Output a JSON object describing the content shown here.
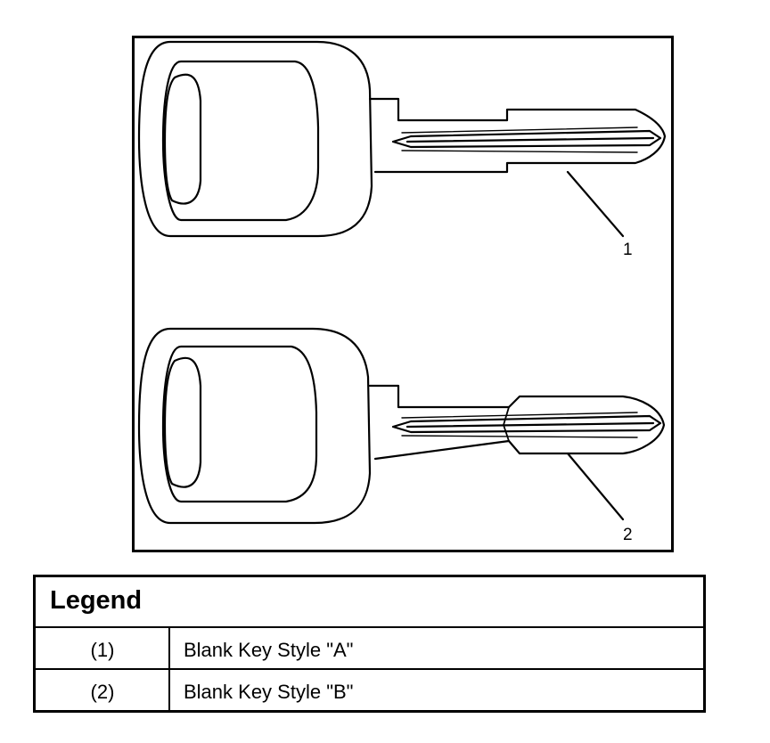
{
  "diagram": {
    "callouts": [
      "1",
      "2"
    ]
  },
  "legend": {
    "title": "Legend",
    "rows": [
      {
        "num": "(1)",
        "desc": "Blank Key Style \"A\""
      },
      {
        "num": "(2)",
        "desc": "Blank Key Style \"B\""
      }
    ]
  }
}
